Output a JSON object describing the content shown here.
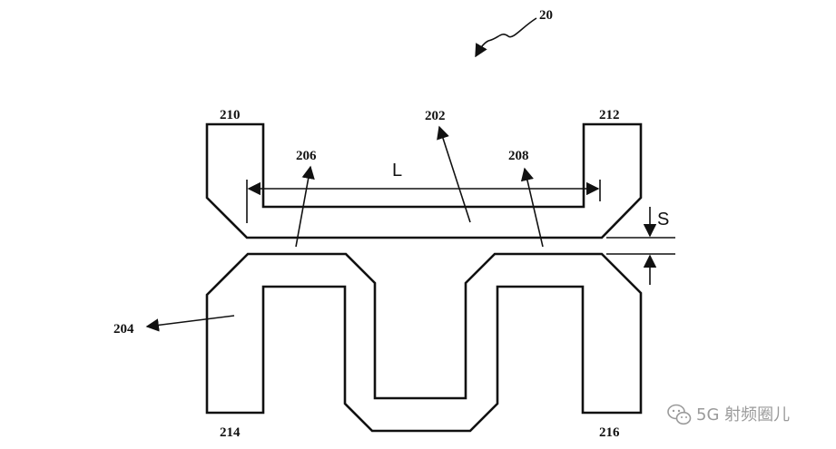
{
  "figure": {
    "reference_numeral": "20",
    "labels": {
      "upper_element": "202",
      "lower_element": "204",
      "left_overlap": "206",
      "right_overlap": "208",
      "upper_left_pad": "210",
      "upper_right_pad": "212",
      "lower_left_pad": "214",
      "lower_right_pad": "216"
    },
    "dimensions": {
      "length_symbol": "L",
      "spacing_symbol": "S"
    }
  },
  "watermark": {
    "text": "5G 射频圈儿",
    "icon": "wechat-icon",
    "color": "#9a9a9a"
  }
}
